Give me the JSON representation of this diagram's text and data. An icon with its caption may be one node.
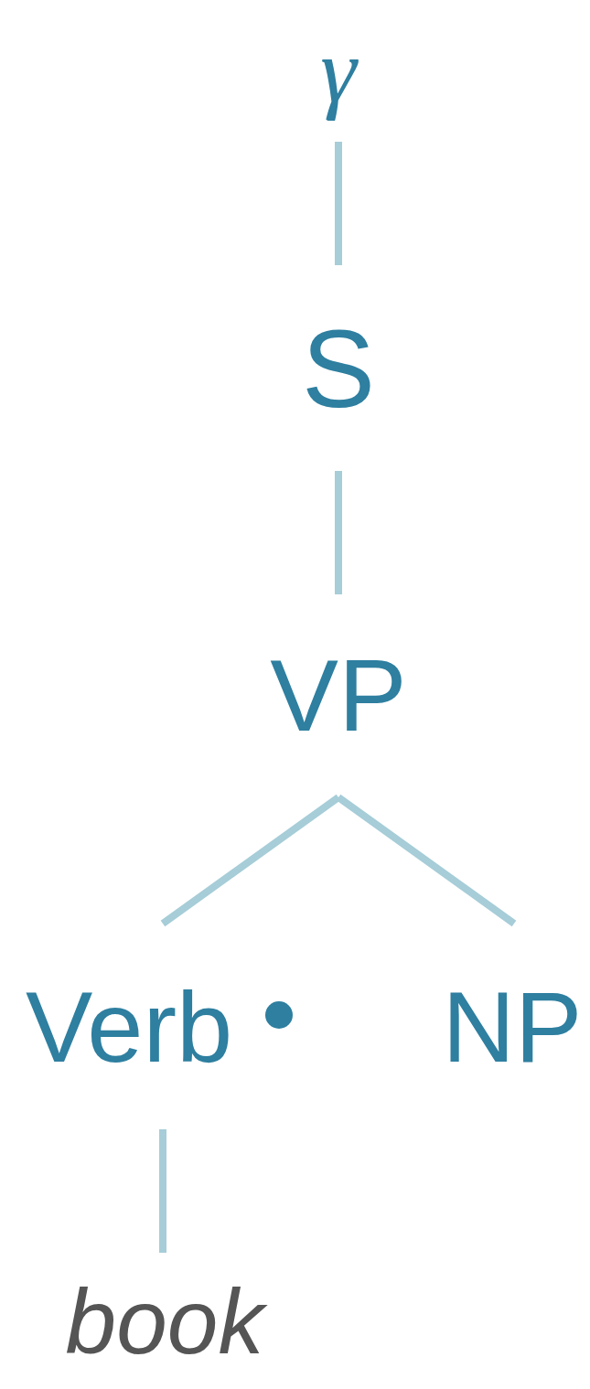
{
  "diagram": {
    "nodes": [
      {
        "text": [
          "γ"
        ]
      },
      {
        "text": [
          "S"
        ]
      },
      {
        "text": [
          "VP"
        ]
      },
      {
        "text": [
          "Verb"
        ]
      },
      {
        "text": [
          "NP"
        ]
      },
      {
        "text": [
          "book"
        ]
      }
    ],
    "edges": [
      {
        "from": 0,
        "to": 1,
        "arrow": "none"
      },
      {
        "from": 1,
        "to": 2,
        "arrow": "none"
      },
      {
        "from": 2,
        "to": 3,
        "arrow": "none"
      },
      {
        "from": 2,
        "to": 4,
        "arrow": "none"
      },
      {
        "from": 3,
        "to": 5,
        "arrow": "none"
      }
    ]
  }
}
